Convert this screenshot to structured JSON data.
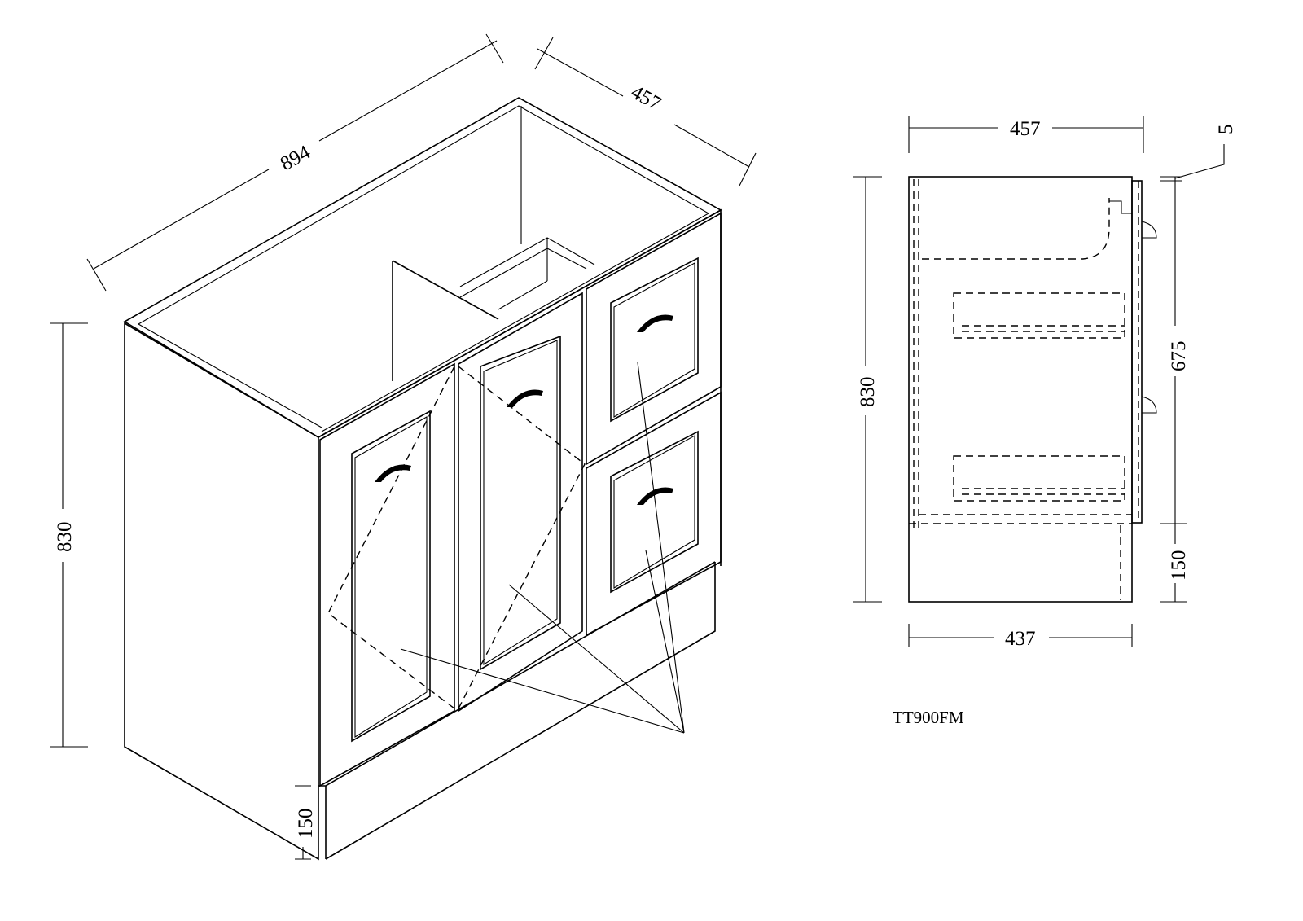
{
  "isometric_view": {
    "width_label": "894",
    "depth_label": "457",
    "height_label": "830",
    "plinth_label": "150"
  },
  "side_view": {
    "top_depth_label": "457",
    "bottom_depth_label": "437",
    "height_label": "830",
    "body_height_label": "675",
    "plinth_label": "150",
    "door_thickness_label": "5"
  },
  "model_code": "TT900FM"
}
